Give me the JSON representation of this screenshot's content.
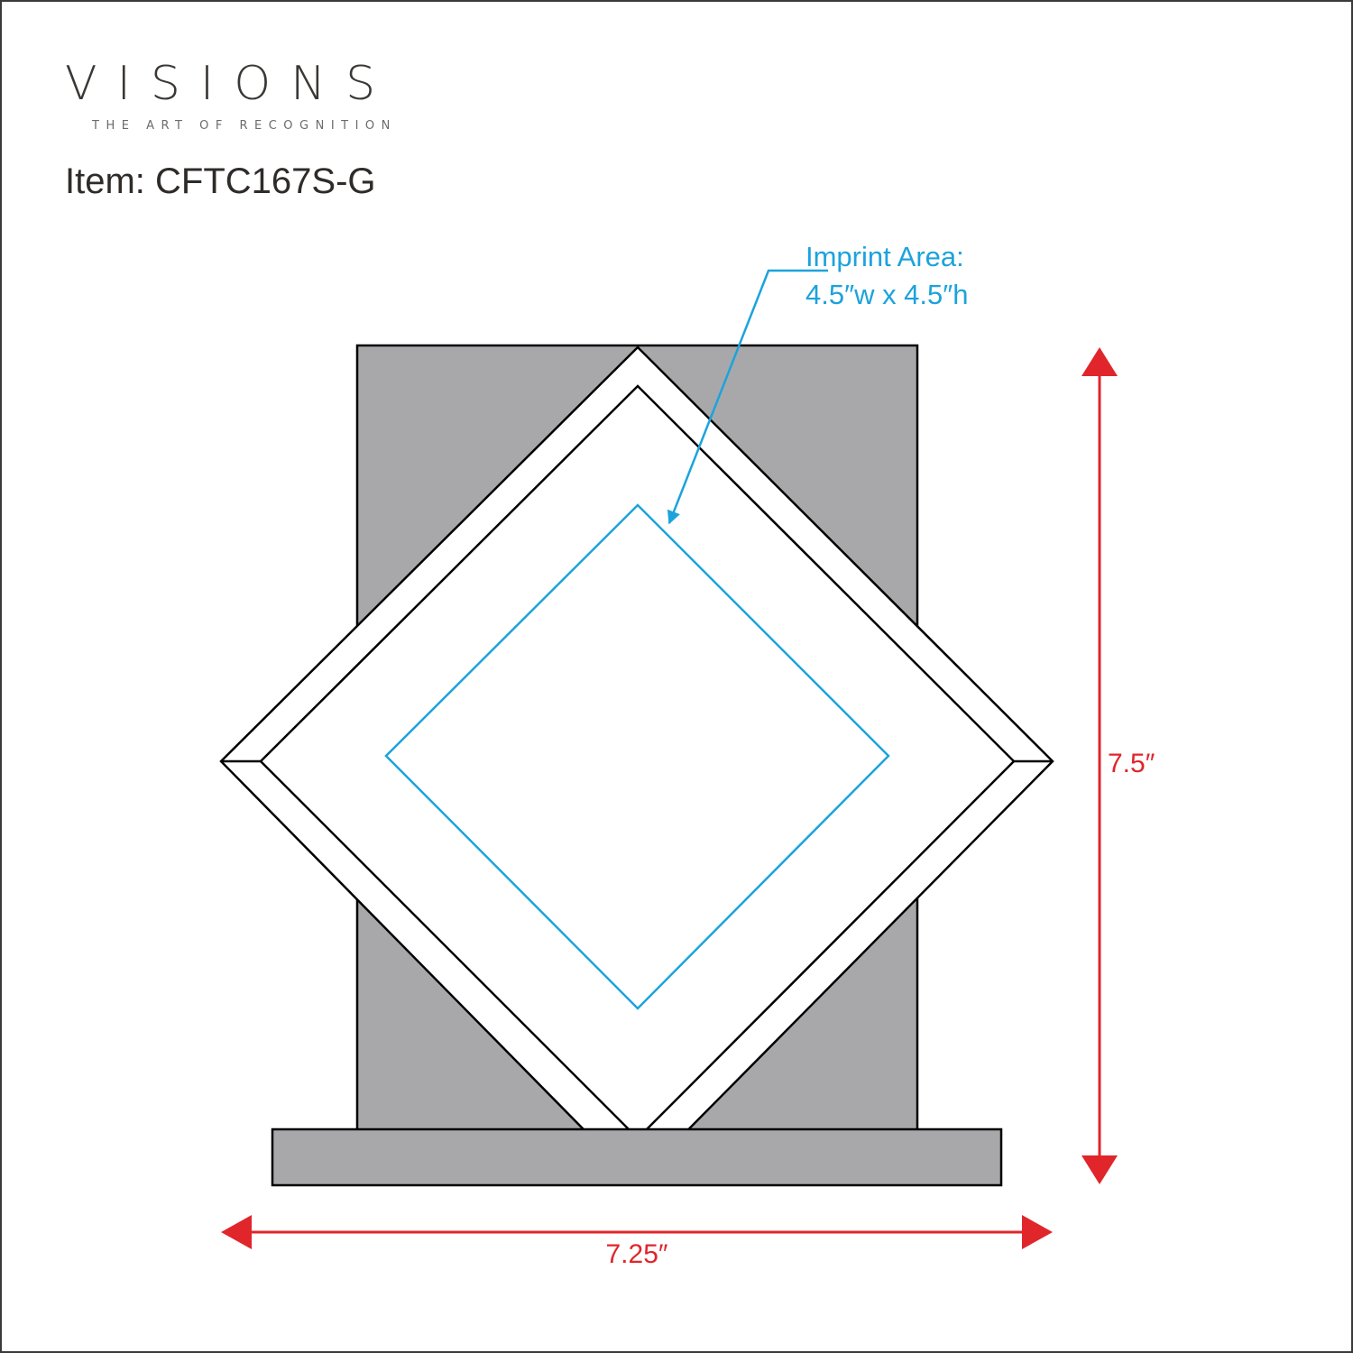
{
  "brand": {
    "logo_text": "VISIONS",
    "tagline": "THE ART OF RECOGNITION"
  },
  "item": {
    "label": "Item: CFTC167S-G"
  },
  "callout": {
    "line1": "Imprint Area:",
    "line2": "4.5″w x 4.5″h"
  },
  "dimensions": {
    "height": "7.5″",
    "width": "7.25″"
  },
  "colors": {
    "background": "#ffffff",
    "frame": "#3a3a3a",
    "text_dark": "#2f2b29",
    "backplate_fill": "#a8a8ab",
    "outline": "#000000",
    "imprint": "#1ca3dc",
    "dimension": "#e0262b"
  }
}
